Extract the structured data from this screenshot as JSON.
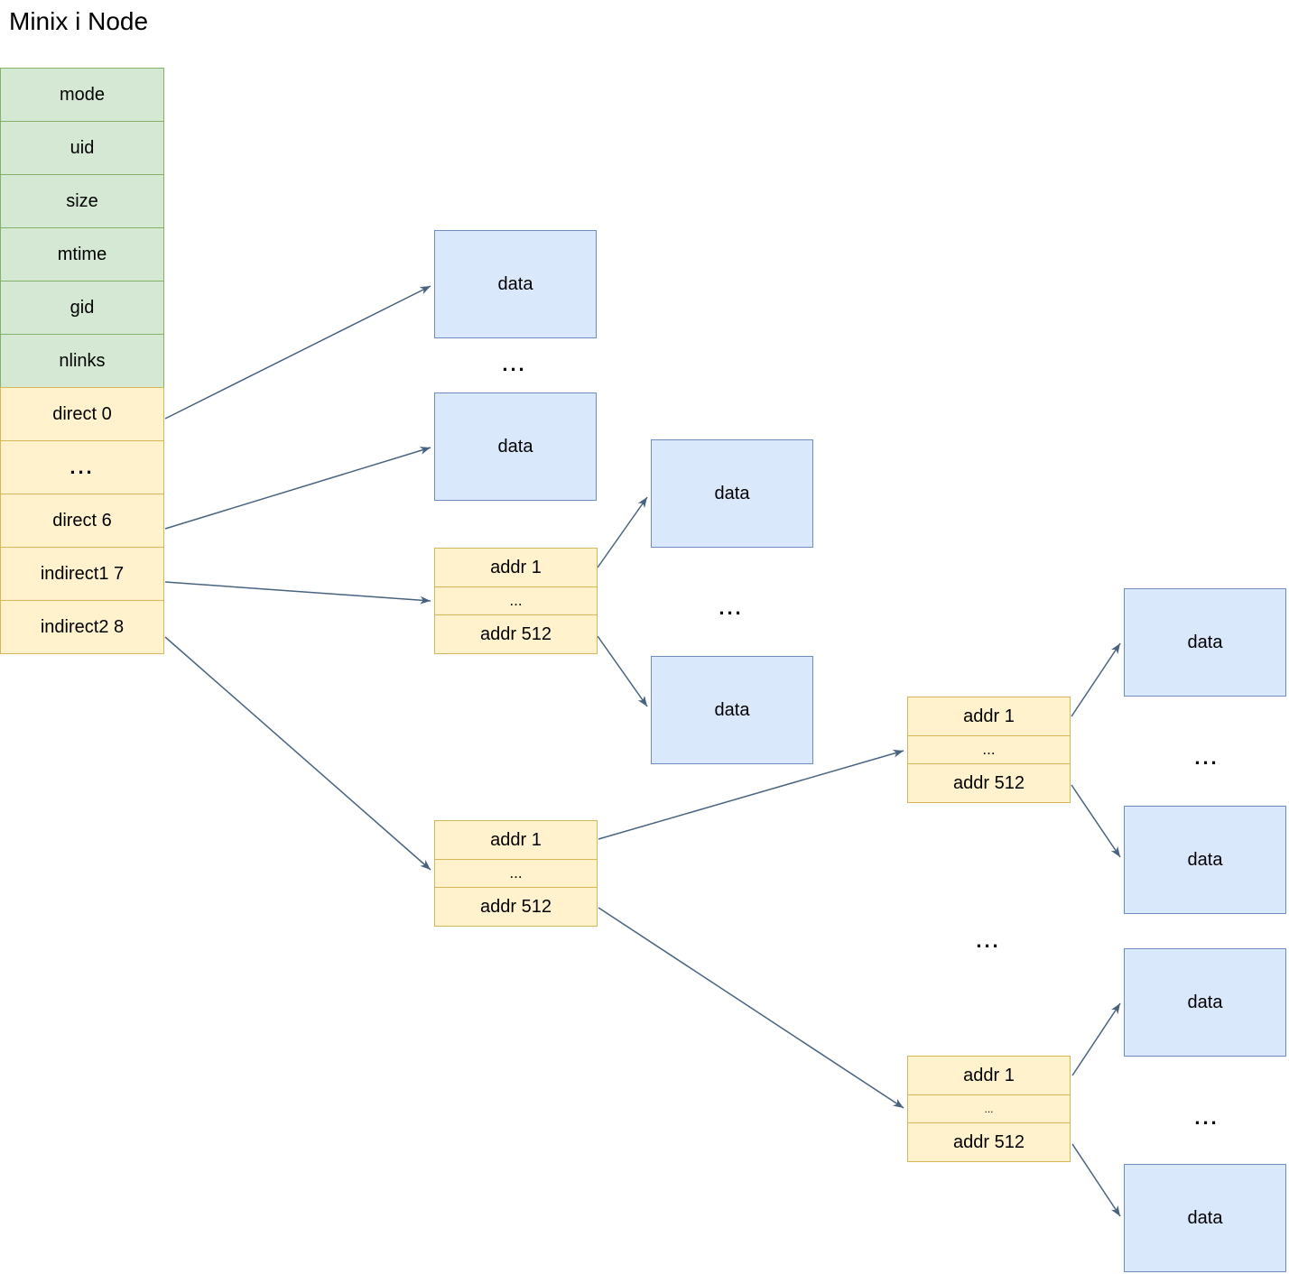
{
  "title": "Minix i Node",
  "inode": {
    "fields": [
      "mode",
      "uid",
      "size",
      "mtime",
      "gid",
      "nlinks",
      "direct 0",
      "...",
      "direct 6",
      "indirect1 7",
      "indirect2 8"
    ]
  },
  "labels": {
    "data": "data",
    "addr_first": "addr 1",
    "addr_ellipsis": "...",
    "addr_last": "addr 512",
    "ellipsis": "..."
  },
  "colors": {
    "inode_meta_fill": "#d5e8d4",
    "inode_meta_border": "#82b366",
    "pointer_fill": "#fff2cc",
    "pointer_border": "#d6b656",
    "data_fill": "#dae8fc",
    "data_border": "#6c8ebf",
    "arrow": "#47637f",
    "text": "#000000",
    "background": "#ffffff"
  }
}
